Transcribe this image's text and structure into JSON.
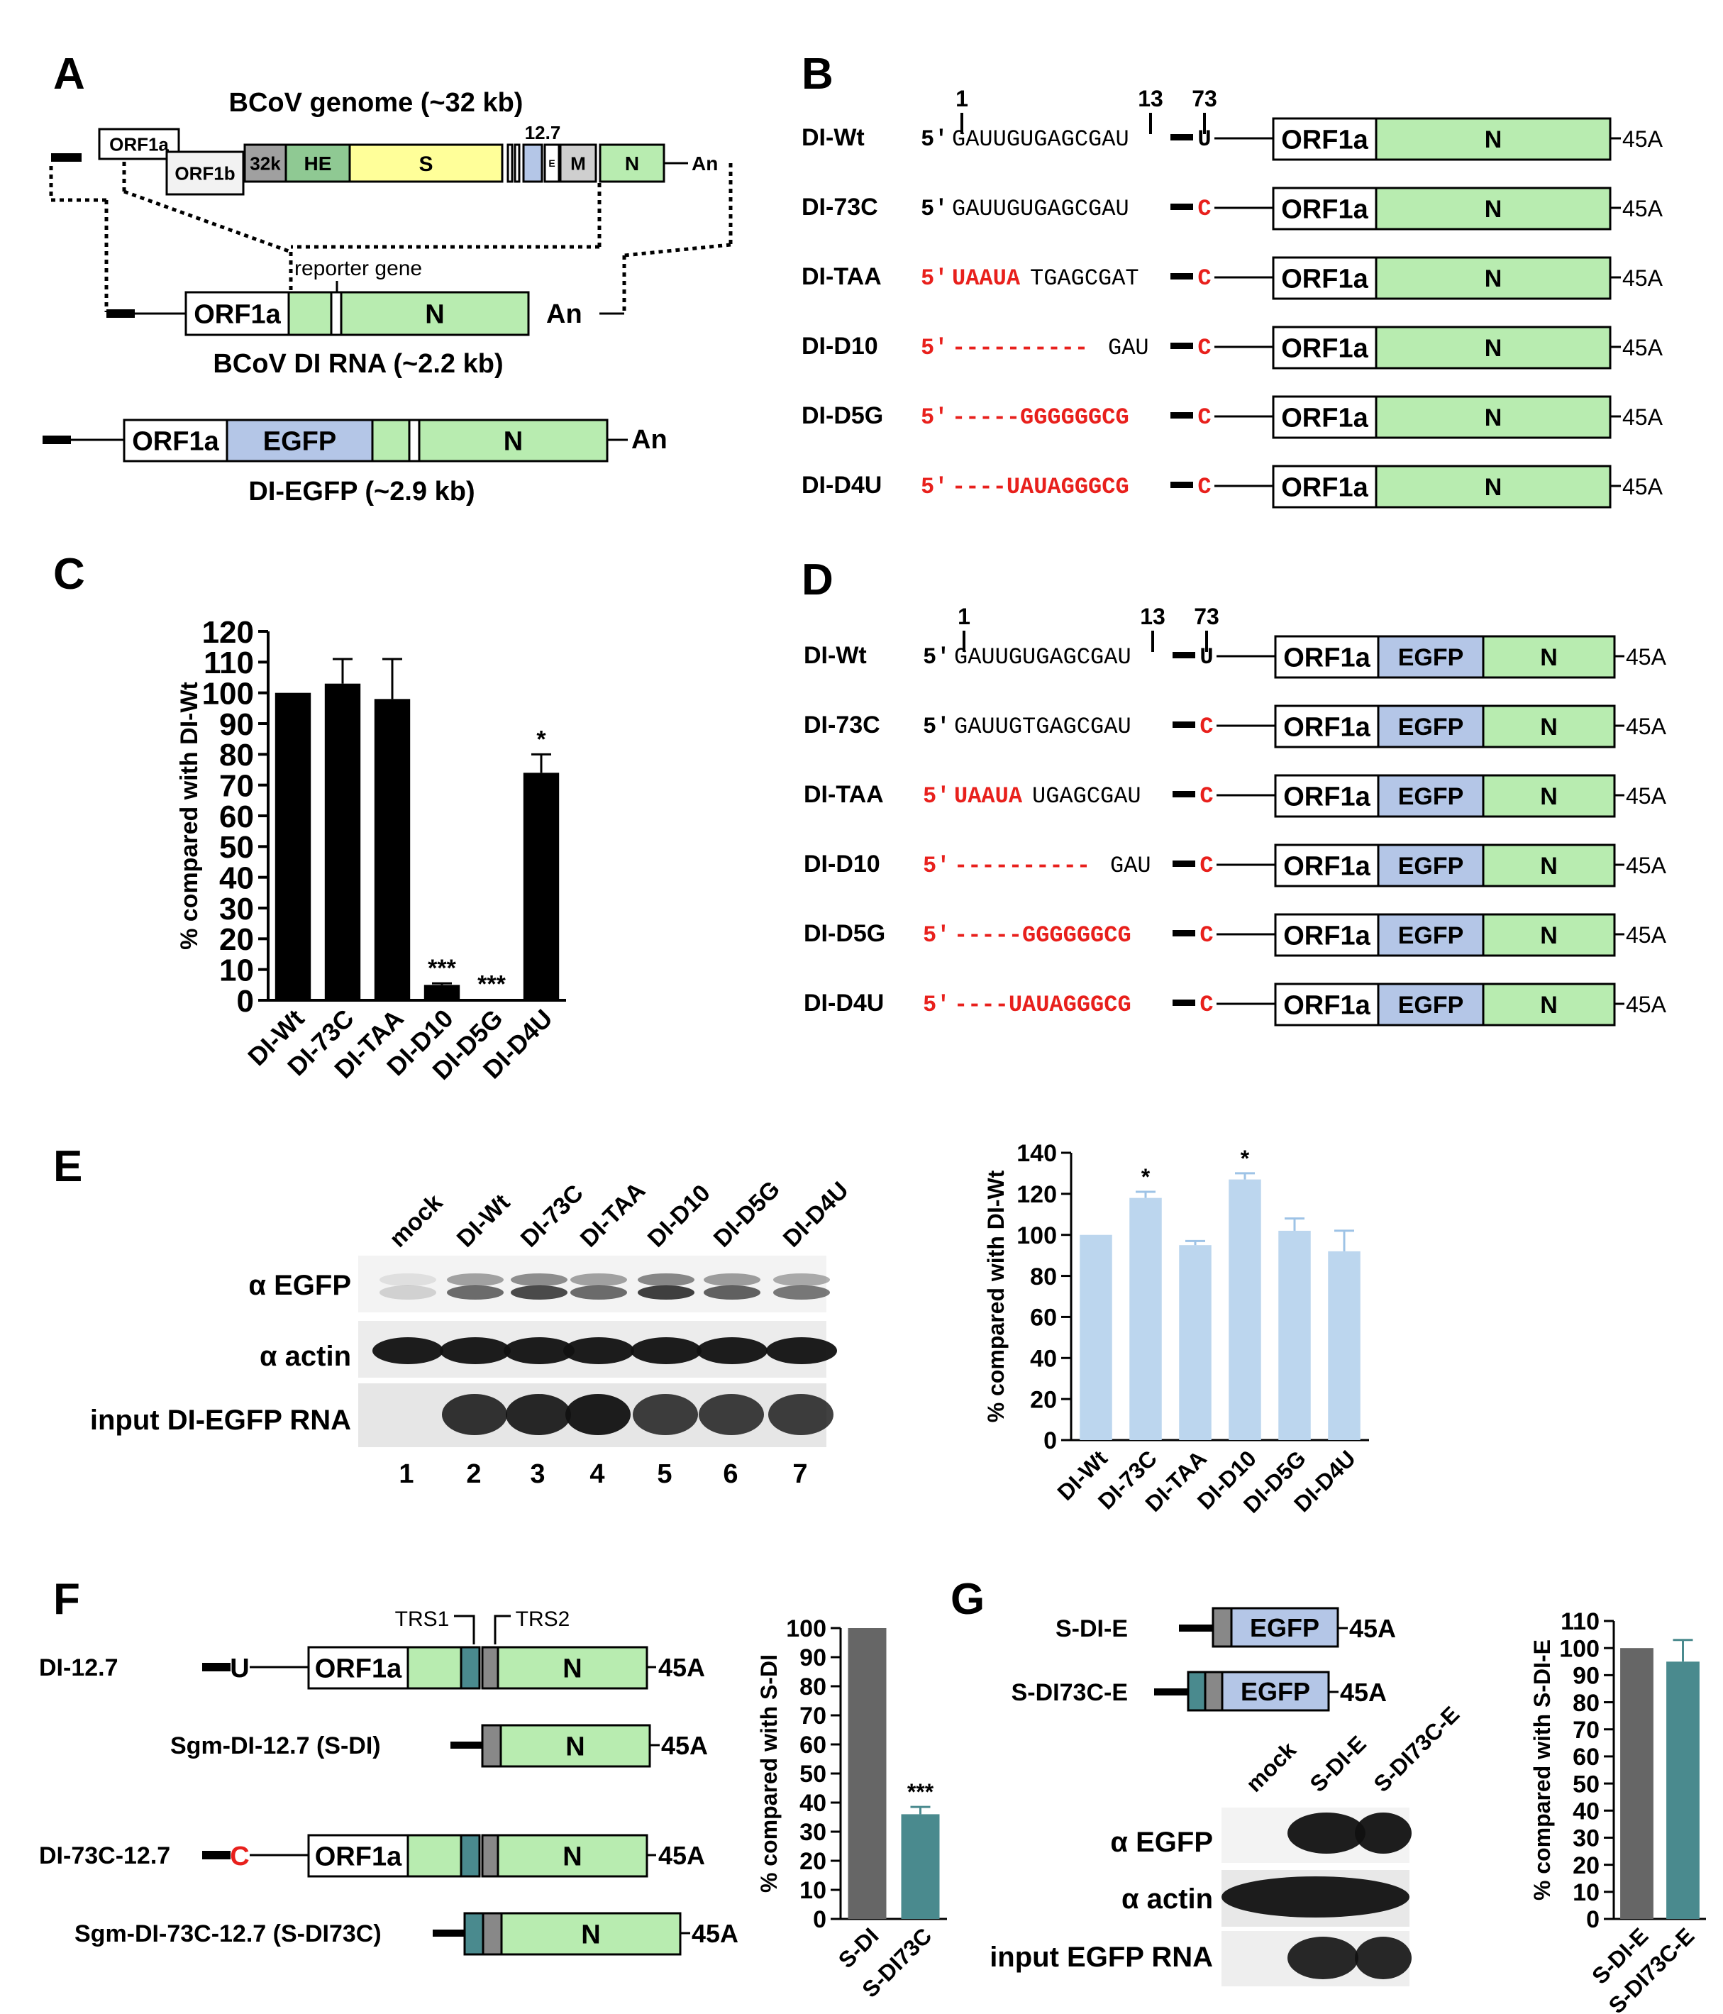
{
  "panels": [
    "A",
    "B",
    "C",
    "D",
    "E",
    "F",
    "G"
  ],
  "panelA": {
    "genome_title": "BCoV genome (~32 kb)",
    "genes": [
      "ORF1a",
      "ORF1b",
      "32k",
      "HE",
      "S",
      "12.7",
      "E",
      "M",
      "N"
    ],
    "an": "An",
    "reporter_label": "reporter gene",
    "di_rna_blocks": [
      "ORF1a",
      "N"
    ],
    "di_rna_an": "An",
    "di_rna_title": "BCoV DI RNA (~2.2 kb)",
    "di_egfp_blocks": [
      "ORF1a",
      "EGFP",
      "N"
    ],
    "di_egfp_an": "An",
    "di_egfp_title": "DI-EGFP (~2.9 kb)"
  },
  "panelB": {
    "pos": [
      "1",
      "13",
      "73"
    ],
    "rows": [
      {
        "name": "DI-Wt",
        "prefix": "5′",
        "red": "",
        "black": "GAUUGUGAGCGAU",
        "n73": "U",
        "n73red": false
      },
      {
        "name": "DI-73C",
        "prefix": "5′",
        "red": "",
        "black": "GAUUGUGAGCGAU",
        "n73": "C",
        "n73red": true
      },
      {
        "name": "DI-TAA",
        "prefix": "5′",
        "red": "UAAUA",
        "black": "TGAGCGAT",
        "n73": "C",
        "n73red": true,
        "prefixRed": true
      },
      {
        "name": "DI-D10",
        "prefix": "5′",
        "red": "----------",
        "black": "GAU",
        "n73": "C",
        "n73red": true,
        "prefixRed": true
      },
      {
        "name": "DI-D5G",
        "prefix": "5′",
        "red": "-----GGGGGGCG",
        "black": "",
        "n73": "C",
        "n73red": true,
        "prefixRed": true
      },
      {
        "name": "DI-D4U",
        "prefix": "5'",
        "red": "----UAUAGGGCG",
        "black": "",
        "n73": "C",
        "n73red": true,
        "prefixRed": true
      }
    ],
    "blocks": [
      "ORF1a",
      "N"
    ],
    "tail": "45A"
  },
  "panelD": {
    "pos": [
      "1",
      "13",
      "73"
    ],
    "rows": [
      {
        "name": "DI-Wt",
        "prefix": "5′",
        "red": "",
        "black": "GAUUGUGAGCGAU",
        "n73": "U",
        "n73red": false
      },
      {
        "name": "DI-73C",
        "prefix": "5′",
        "red": "",
        "black": "GAUUGTGAGCGAU",
        "n73": "C",
        "n73red": true
      },
      {
        "name": "DI-TAA",
        "prefix": "5′",
        "red": "UAAUA",
        "black": "UGAGCGAU",
        "n73": "C",
        "n73red": true,
        "prefixRed": true
      },
      {
        "name": "DI-D10",
        "prefix": "5′",
        "red": "----------",
        "black": "GAU",
        "n73": "C",
        "n73red": true,
        "prefixRed": true
      },
      {
        "name": "DI-D5G",
        "prefix": "5′",
        "red": "-----GGGGGGCG",
        "black": "",
        "n73": "C",
        "n73red": true,
        "prefixRed": true
      },
      {
        "name": "DI-D4U",
        "prefix": "5'",
        "red": "----UAUAGGGCG",
        "black": "",
        "n73": "C",
        "n73red": true,
        "prefixRed": true
      }
    ],
    "blocks": [
      "ORF1a",
      "EGFP",
      "N"
    ],
    "tail": "45A"
  },
  "panelE": {
    "lanes": [
      "mock",
      "DI-Wt",
      "DI-73C",
      "DI-TAA",
      "DI-D10",
      "DI-D5G",
      "DI-D4U"
    ],
    "rows": [
      "α EGFP",
      "α actin",
      "input DI-EGFP RNA"
    ],
    "numbers": [
      "1",
      "2",
      "3",
      "4",
      "5",
      "6",
      "7"
    ]
  },
  "panelF": {
    "trs1": "TRS1",
    "trs2": "TRS2",
    "rows": [
      {
        "name": "DI-12.7",
        "lead": "U",
        "leadRed": false,
        "blocks": [
          "ORF1a",
          "N"
        ],
        "tail": "45A"
      },
      {
        "name": "Sgm-DI-12.7 (S-DI)",
        "blocks": [
          "N"
        ],
        "tail": "45A"
      },
      {
        "name": "DI-73C-12.7",
        "lead": "C",
        "leadRed": true,
        "blocks": [
          "ORF1a",
          "N"
        ],
        "tail": "45A"
      },
      {
        "name": "Sgm-DI-73C-12.7 (S-DI73C)",
        "blocks": [
          "N"
        ],
        "tail": "45A"
      }
    ]
  },
  "panelG": {
    "rows": [
      {
        "name": "S-DI-E",
        "block": "EGFP",
        "tail": "45A"
      },
      {
        "name": "S-DI73C-E",
        "block": "EGFP",
        "tail": "45A"
      }
    ],
    "lanes": [
      "mock",
      "S-DI-E",
      "S-DI73C-E"
    ],
    "blot_rows": [
      "α EGFP",
      "α actin",
      "input EGFP RNA"
    ]
  },
  "chart_data": [
    {
      "id": "C",
      "type": "bar",
      "categories": [
        "DI-Wt",
        "DI-73C",
        "DI-TAA",
        "DI-D10",
        "DI-D5G",
        "DI-D4U"
      ],
      "values": [
        100,
        103,
        98,
        5,
        0.3,
        74
      ],
      "errors": [
        0,
        8,
        13,
        0.5,
        0,
        6
      ],
      "annotations": [
        "",
        "",
        "",
        "***",
        "***",
        "*"
      ],
      "ylabel": "% compared with DI-Wt",
      "ylim": [
        0,
        120
      ],
      "yticks": [
        0,
        10,
        20,
        30,
        40,
        50,
        60,
        70,
        80,
        90,
        100,
        110,
        120
      ],
      "color": "#000000"
    },
    {
      "id": "E",
      "type": "bar",
      "categories": [
        "DI-Wt",
        "DI-73C",
        "DI-TAA",
        "DI-D10",
        "DI-D5G",
        "DI-D4U"
      ],
      "values": [
        100,
        118,
        95,
        127,
        102,
        92
      ],
      "errors": [
        0,
        3,
        2,
        3,
        6,
        10
      ],
      "annotations": [
        "",
        "*",
        "",
        "*",
        "",
        ""
      ],
      "ylabel": "% compared with DI-Wt",
      "ylim": [
        0,
        140
      ],
      "yticks": [
        0,
        20,
        40,
        60,
        80,
        100,
        120,
        140
      ],
      "color": "#bcd6ee"
    },
    {
      "id": "F",
      "type": "bar",
      "categories": [
        "S-DI",
        "S-DI73C"
      ],
      "values": [
        100,
        36
      ],
      "errors": [
        0,
        2.5
      ],
      "annotations": [
        "",
        "***"
      ],
      "ylabel": "% compared with S-DI",
      "ylim": [
        0,
        100
      ],
      "yticks": [
        0,
        10,
        20,
        30,
        40,
        50,
        60,
        70,
        80,
        90,
        100
      ],
      "colors": [
        "#666666",
        "#4a8a8e"
      ]
    },
    {
      "id": "G",
      "type": "bar",
      "categories": [
        "S-DI-E",
        "S-DI73C-E"
      ],
      "values": [
        100,
        95
      ],
      "errors": [
        0,
        8
      ],
      "annotations": [
        "",
        ""
      ],
      "ylabel": "% compared with S-DI-E",
      "ylim": [
        0,
        110
      ],
      "yticks": [
        0,
        10,
        20,
        30,
        40,
        50,
        60,
        70,
        80,
        90,
        100,
        110
      ],
      "colors": [
        "#666666",
        "#4a8a8e"
      ]
    }
  ],
  "colors": {
    "green": "#b8ecb0",
    "blue": "#b4c6e7",
    "yellow": "#ffff99",
    "hegreen": "#8fc993",
    "red": "#e8201c",
    "teal": "#4a8a8e",
    "gray": "#888888"
  }
}
